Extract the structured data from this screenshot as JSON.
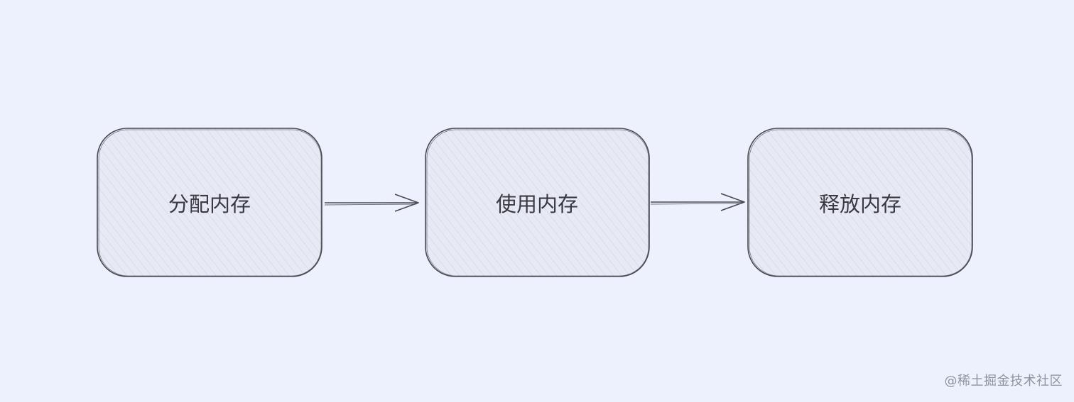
{
  "diagram": {
    "nodes": [
      {
        "id": "allocate",
        "label": "分配内存"
      },
      {
        "id": "use",
        "label": "使用内存"
      },
      {
        "id": "release",
        "label": "释放内存"
      }
    ],
    "edges": [
      {
        "from": "allocate",
        "to": "use"
      },
      {
        "from": "use",
        "to": "release"
      }
    ]
  },
  "watermark": "@稀土掘金技术社区",
  "colors": {
    "background": "#edf1fd",
    "node_fill": "#e7eaf5",
    "stroke": "#4a4a52",
    "hatch": "#c9ccda",
    "text": "#3a3a40",
    "watermark": "#8e93a0"
  }
}
